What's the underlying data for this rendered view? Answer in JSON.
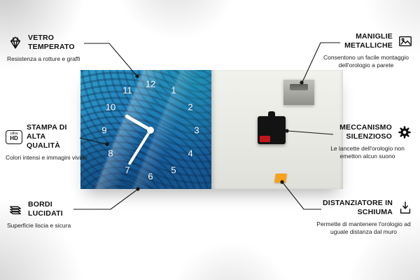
{
  "product": {
    "type": "glass-wall-clock-front-and-back",
    "clock_numbers": [
      "12",
      "1",
      "2",
      "3",
      "4",
      "5",
      "6",
      "7",
      "8",
      "9",
      "10",
      "11"
    ],
    "colors": {
      "face_blue": "#1b6fb3",
      "face_teal": "#2f9dc9",
      "back_panel": "#e9eae4",
      "bracket_metal": "#9a9b94",
      "mechanism_black": "#131313",
      "battery_red": "#c3151c",
      "spacer_orange": "#f6a21b",
      "hands_white": "#ffffff"
    }
  },
  "ultra_hd_badge": {
    "top": "ultra",
    "bottom": "HD"
  },
  "callouts": {
    "left": [
      {
        "icon": "diamond-icon",
        "title": "VETRO TEMPERATO",
        "subtitle": "Resistenza a rotture e graffi"
      },
      {
        "icon": "ultra-hd-icon",
        "title": "STAMPA DI ALTA QUALITÀ",
        "subtitle": "Colori intensi e immagini vivide"
      },
      {
        "icon": "polished-layers-icon",
        "title": "BORDI LUCIDATI",
        "subtitle": "Superficie liscia e sicura"
      }
    ],
    "right": [
      {
        "icon": "picture-frame-icon",
        "title": "MANIGLIE METALLICHE",
        "subtitle": "Consentono un facile montaggio dell'orologio a parete"
      },
      {
        "icon": "gear-icon",
        "title": "MECCANISMO SILENZIOSO",
        "subtitle": "Le lancette dell'orologio non emetton alcun suono"
      },
      {
        "icon": "spacer-arrow-icon",
        "title": "DISTANZIATORE IN SCHIUMA",
        "subtitle": "Permette di mantenere l'orologio ad uguale distanza dal muro"
      }
    ]
  }
}
